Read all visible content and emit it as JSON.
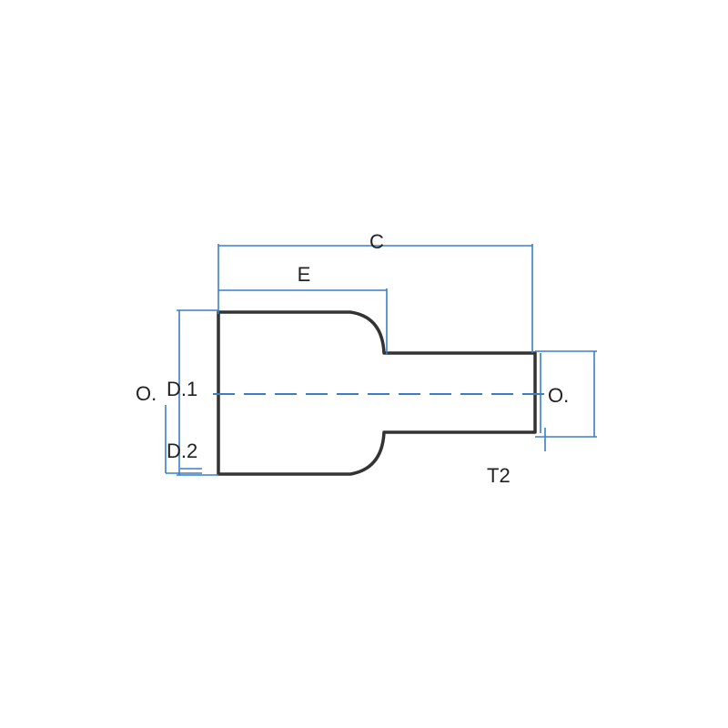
{
  "labels": {
    "c": "C",
    "e": "E",
    "od1_prefix": "O.",
    "od1": "D.1",
    "od2_prefix": "O.",
    "d2": "D.2",
    "t2": "T2"
  },
  "colors": {
    "outline": "#333333",
    "dimension": "#3a7fc4",
    "text": "#222222",
    "background": "#ffffff"
  }
}
